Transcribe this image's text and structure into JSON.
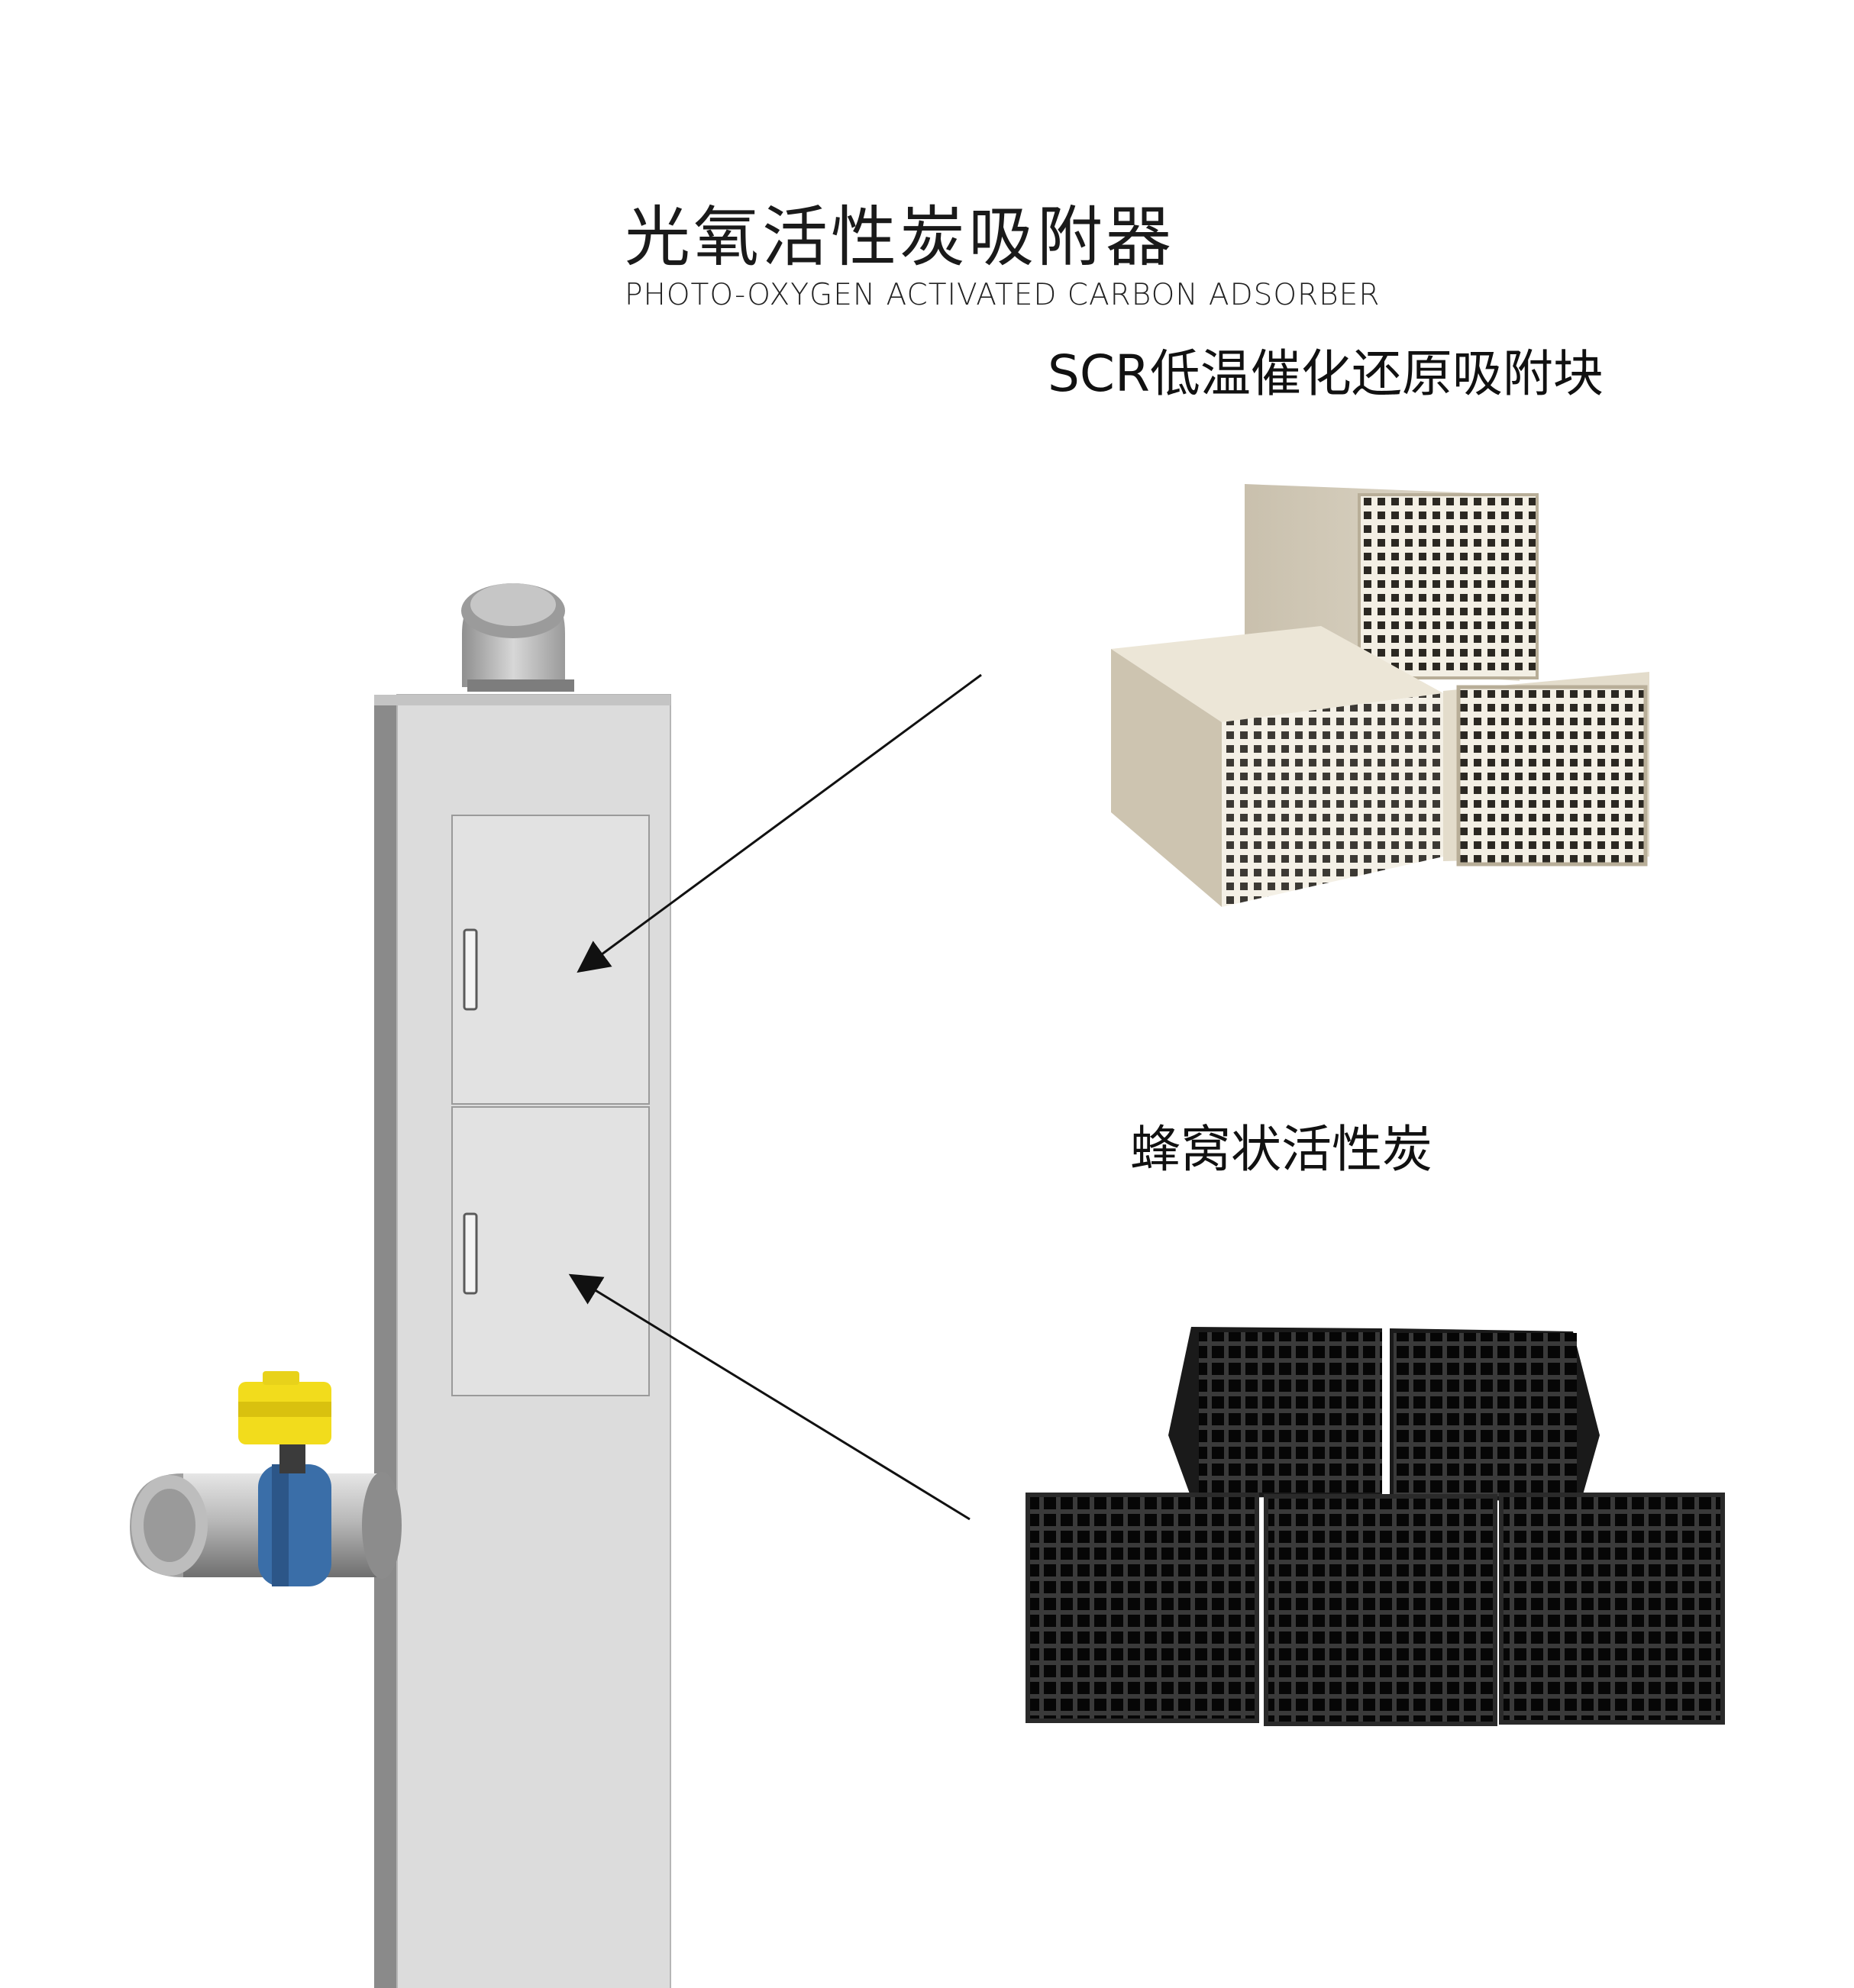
{
  "title": {
    "cn": "光氧活性炭吸附器",
    "en": "PHOTO-OXYGEN ACTIVATED CARBON ADSORBER"
  },
  "labels": {
    "scr_block": "SCR低温催化还原吸附块",
    "honeycomb_carbon": "蜂窝状活性炭"
  },
  "colors": {
    "cabinet": "#dcdcdc",
    "cabinet_shadow": "#a9a9a9",
    "scr_block": "#d3cbb8",
    "carbon_block": "#141414",
    "valve_actuator": "#f2dc1c",
    "valve_body": "#3a6ea8"
  }
}
